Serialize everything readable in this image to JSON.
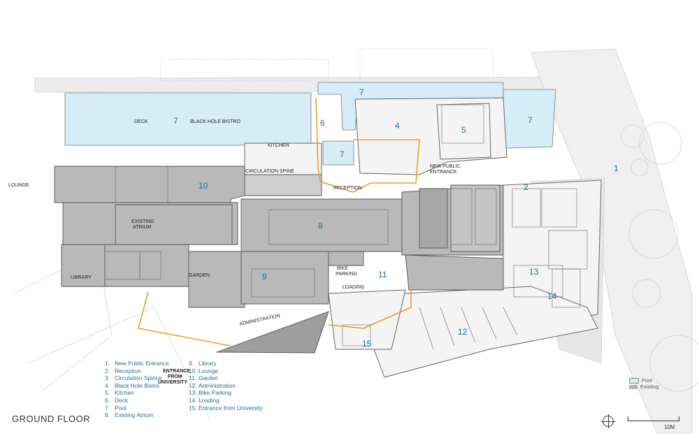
{
  "title": "GROUND FLOOR",
  "colors": {
    "pool": "#d6ecf7",
    "existing": "#b5b5b5",
    "route": "#e6a12a",
    "accent": "#1e6f9a"
  },
  "plan_labels": {
    "deck": "DECK",
    "bistro": "BLACK HOLE BISTRO",
    "kitchen": "KITCHEN",
    "circulation_spine": "CIRCULATION SPINE",
    "lounge": "LOUNGE",
    "existing_atrium_1": "EXISTING",
    "existing_atrium_2": "ATRIUM",
    "library": "LIBRARY",
    "garden": "GARDEN",
    "reception": "RECEPTION",
    "new_public_1": "NEW PUBLIC",
    "new_public_2": "ENTRANCE",
    "bike_parking_1": "BIKE",
    "bike_parking_2": "PARKING",
    "loading": "LOADING",
    "administration": "ADMINISTRATION",
    "entrance_university_1": "ENTRANCE",
    "entrance_university_2": "FROM",
    "entrance_university_3": "UNIVERSITY"
  },
  "room_numbers": {
    "n1": "1",
    "n2": "2",
    "n4": "4",
    "n5": "5",
    "n6": "6",
    "n7a": "7",
    "n7b": "7",
    "n7c": "7",
    "n7d": "7",
    "n8": "8",
    "n9": "9",
    "n10": "10",
    "n11": "11",
    "n12": "12",
    "n13": "13",
    "n14": "14",
    "n15": "15"
  },
  "legend": [
    {
      "n": "1.",
      "label": "New Public Entrance"
    },
    {
      "n": "2.",
      "label": "Reception"
    },
    {
      "n": "3.",
      "label": "Circulation Spince"
    },
    {
      "n": "4.",
      "label": "Black Hole Bistro"
    },
    {
      "n": "5.",
      "label": "Kitchen"
    },
    {
      "n": "6.",
      "label": "Deck"
    },
    {
      "n": "7.",
      "label": "Pool"
    },
    {
      "n": "8.",
      "label": "Existing Atrium"
    },
    {
      "n": "9.",
      "label": "Library"
    },
    {
      "n": "10.",
      "label": "Lounge"
    },
    {
      "n": "11.",
      "label": "Garden"
    },
    {
      "n": "12.",
      "label": "Administration"
    },
    {
      "n": "13.",
      "label": "Bike Parking"
    },
    {
      "n": "14.",
      "label": "Loading"
    },
    {
      "n": "15.",
      "label": "Entrance from University"
    }
  ],
  "key": {
    "pool": "Pool",
    "existing": "Existing"
  },
  "scale_label": "10M"
}
